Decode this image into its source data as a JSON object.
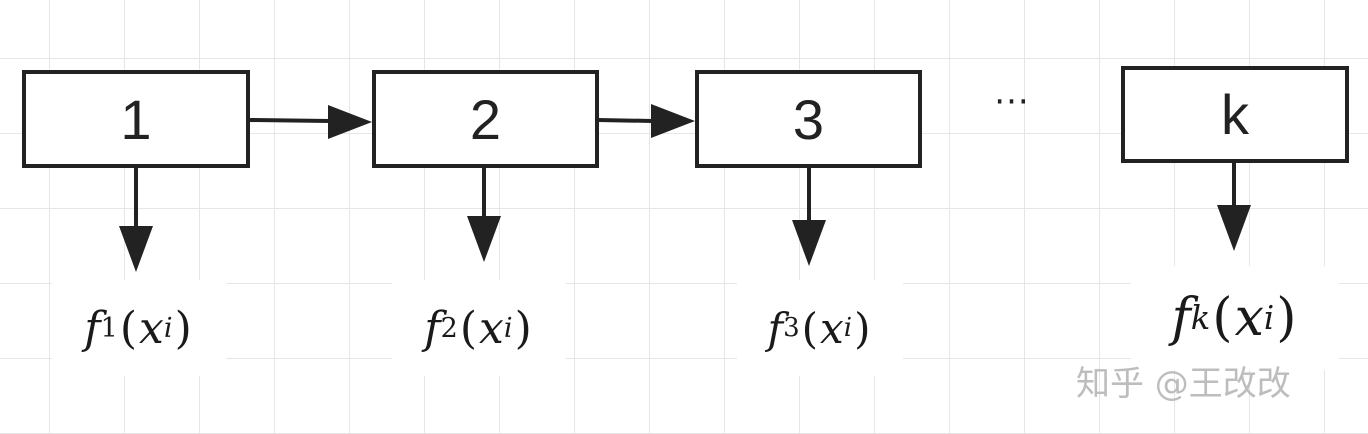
{
  "nodes": [
    {
      "label": "1",
      "formula": {
        "f": "f",
        "sub": "1",
        "arg": "x",
        "arg_sub": "i"
      }
    },
    {
      "label": "2",
      "formula": {
        "f": "f",
        "sub": "2",
        "arg": "x",
        "arg_sub": "i"
      }
    },
    {
      "label": "3",
      "formula": {
        "f": "f",
        "sub": "3",
        "arg": "x",
        "arg_sub": "i"
      }
    },
    {
      "label": "k",
      "formula": {
        "f": "f",
        "sub": "k",
        "arg": "x",
        "arg_sub": "i"
      }
    }
  ],
  "ellipsis": "···",
  "watermark": "知乎 @王改改",
  "colors": {
    "stroke": "#222222",
    "grid": "#e6e6e6",
    "watermark": "#bdbdbd"
  }
}
